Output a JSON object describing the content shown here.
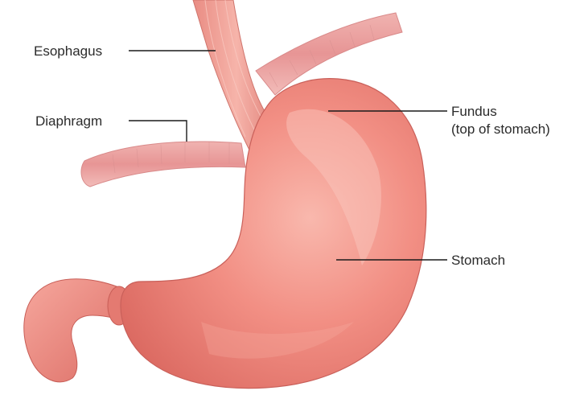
{
  "labels": {
    "esophagus": "Esophagus",
    "diaphragm": "Diaphragm",
    "fundus_line1": "Fundus",
    "fundus_line2": "(top of stomach)",
    "stomach": "Stomach"
  },
  "colors": {
    "background": "#ffffff",
    "stomach_fill": "#f08a80",
    "stomach_highlight": "#f8b1a6",
    "stomach_shadow": "#d4645c",
    "diaphragm_fill": "#e9a0a0",
    "esophagus_fill": "#ec9a92",
    "leader_line": "#1a1a1a",
    "label_text": "#2b2b2b"
  },
  "icons": {
    "organ_illustration": "stomach-anatomy-illustration"
  }
}
